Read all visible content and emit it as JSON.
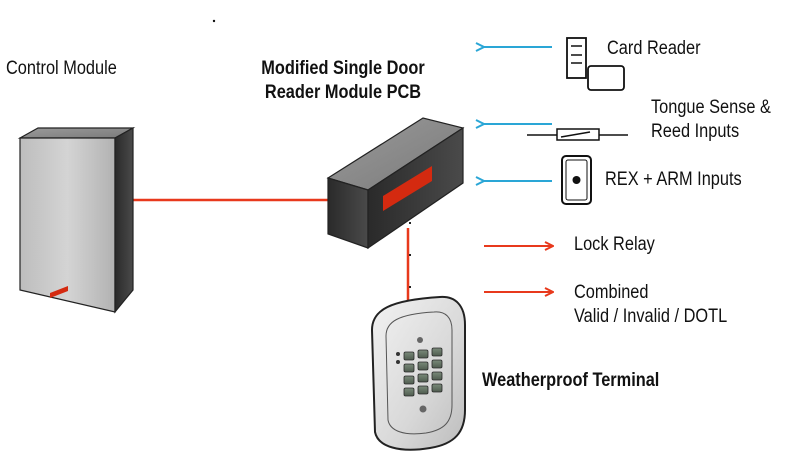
{
  "labels": {
    "control_module": "Control Module",
    "reader_pcb_line1": "Modified Single Door",
    "reader_pcb_line2": "Reader Module PCB",
    "weatherproof_terminal": "Weatherproof Terminal"
  },
  "inputs": [
    {
      "label": "Card Reader",
      "icon": "card-reader-icon"
    },
    {
      "label_line1": "Tongue Sense &",
      "label_line2": "Reed Inputs",
      "icon": "reed-switch-icon"
    },
    {
      "label": "REX + ARM Inputs",
      "icon": "rex-button-icon"
    }
  ],
  "outputs": [
    {
      "label": "Lock Relay"
    },
    {
      "label_line1": "Combined",
      "label_line2": "Valid / Invalid / DOTL"
    }
  ],
  "colors": {
    "input_arrow": "#2aa6d6",
    "output_arrow": "#e8391c",
    "cable": "#e8391c",
    "led": "#d42a10"
  }
}
